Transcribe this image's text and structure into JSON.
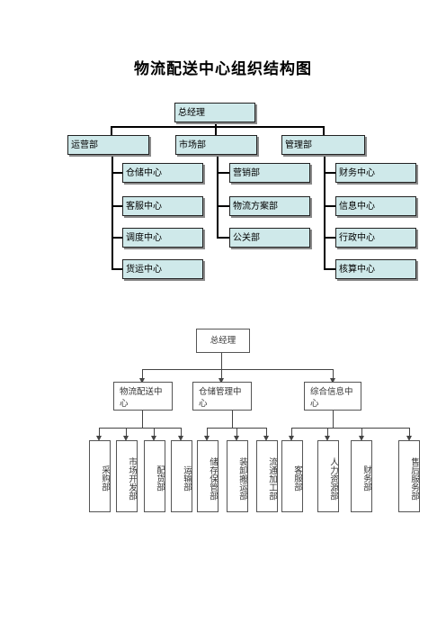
{
  "title": "物流配送中心组织结构图",
  "chart1": {
    "root": "总经理",
    "departments": [
      {
        "label": "运营部",
        "children": [
          "仓储中心",
          "客服中心",
          "调度中心",
          "货运中心"
        ]
      },
      {
        "label": "市场部",
        "children": [
          "营销部",
          "物流方案部",
          "公关部"
        ]
      },
      {
        "label": "管理部",
        "children": [
          "财务中心",
          "信息中心",
          "行政中心",
          "核算中心"
        ]
      }
    ]
  },
  "chart2": {
    "root": "总经理",
    "centers": [
      {
        "label": "物流配送中心",
        "children": [
          "采购部",
          "市场开发部",
          "配货部",
          "运输部"
        ]
      },
      {
        "label": "仓储管理中心",
        "children": [
          "储存保管部",
          "装卸搬运部",
          "流通加工部"
        ]
      },
      {
        "label": "综合信息中心",
        "children": [
          "客服部",
          "人力资源部",
          "财务部",
          "售后服务部"
        ]
      }
    ]
  }
}
